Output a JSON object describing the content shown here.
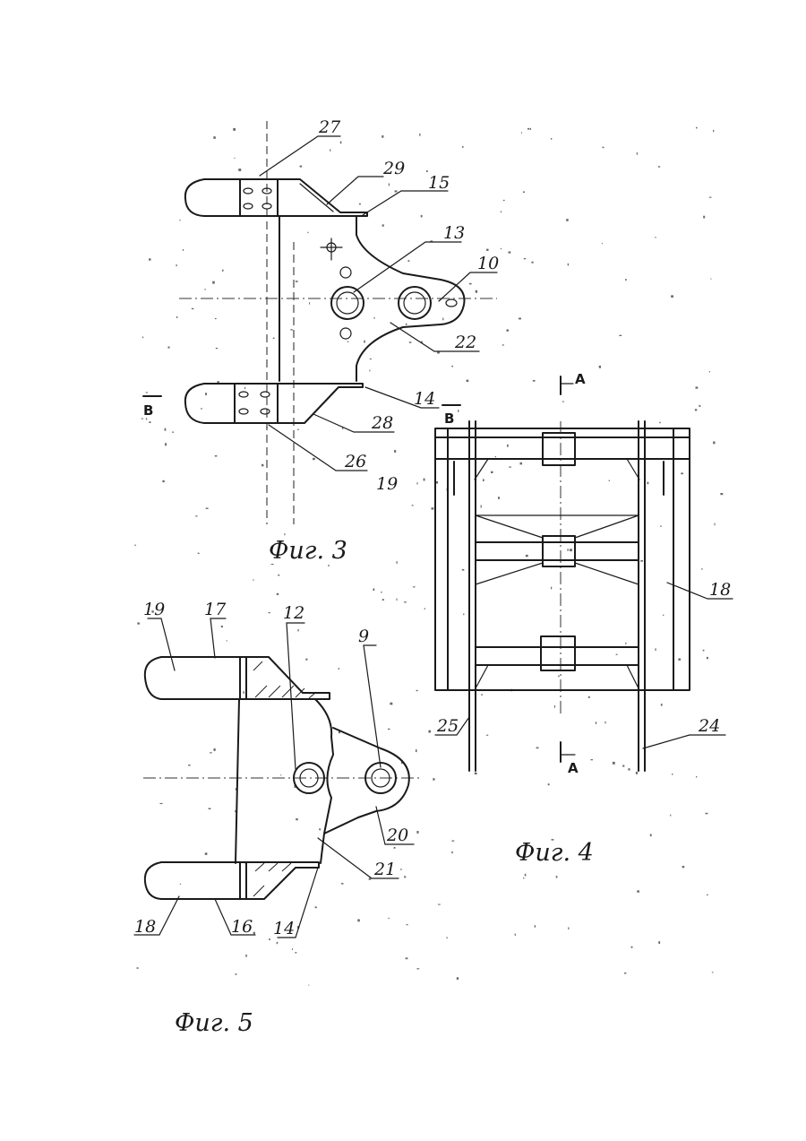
{
  "figures": {
    "fig3": {
      "caption": "Фиг. 3",
      "labels": [
        "27",
        "29",
        "15",
        "13",
        "10",
        "22",
        "14",
        "28",
        "26",
        "19"
      ],
      "section_marks": [
        "В",
        "В"
      ]
    },
    "fig4": {
      "caption": "Фиг. 4",
      "labels": [
        "18",
        "25",
        "24"
      ],
      "section_marks": [
        "А",
        "А"
      ]
    },
    "fig5": {
      "caption": "Фиг. 5",
      "labels": [
        "19",
        "17",
        "12",
        "9",
        "20",
        "21",
        "18",
        "16",
        "14"
      ]
    }
  }
}
